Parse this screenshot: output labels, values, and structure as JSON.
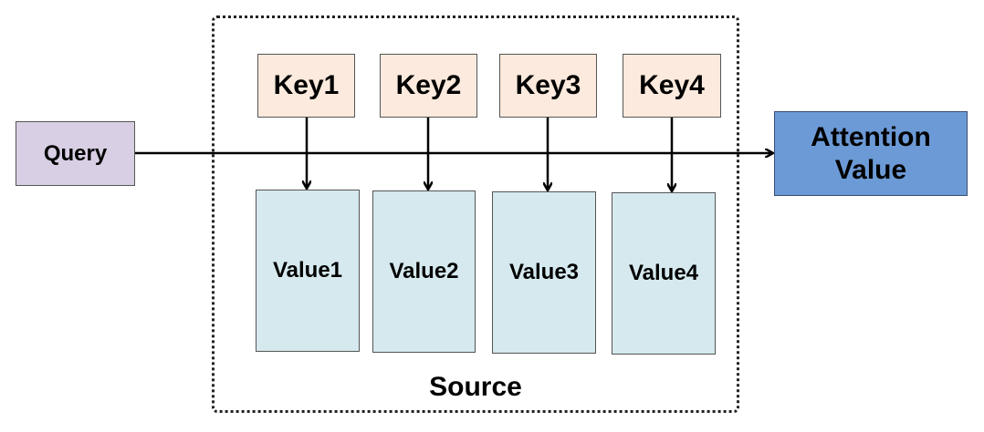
{
  "diagram": {
    "query": {
      "label": "Query"
    },
    "keys": [
      {
        "label": "Key1"
      },
      {
        "label": "Key2"
      },
      {
        "label": "Key3"
      },
      {
        "label": "Key4"
      }
    ],
    "values": [
      {
        "label": "Value1"
      },
      {
        "label": "Value2"
      },
      {
        "label": "Value3"
      },
      {
        "label": "Value4"
      }
    ],
    "output": {
      "line1": "Attention",
      "line2": "Value"
    },
    "group": {
      "label": "Source"
    }
  },
  "colors": {
    "query_fill": "#d9cfe4",
    "key_fill": "#fbeadd",
    "value_fill": "#d5e9ee",
    "output_fill": "#6c9ad6",
    "line": "#000000"
  }
}
